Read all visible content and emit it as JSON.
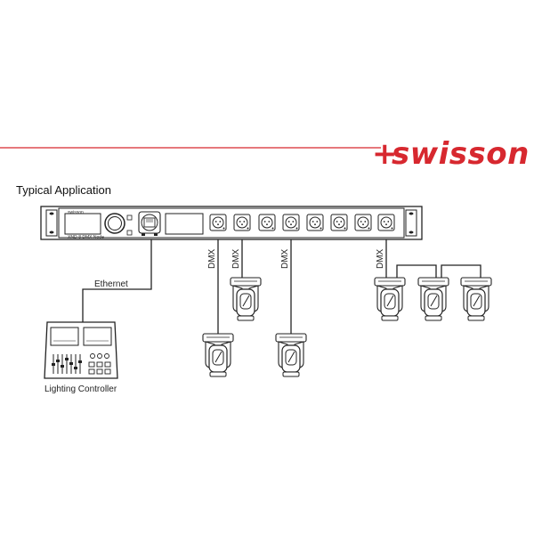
{
  "brand": {
    "name": "swisson",
    "prefix": "+",
    "color": "#d7282f"
  },
  "heading": "Typical Application",
  "labels": {
    "ethernet": "Ethernet",
    "controller": "Lighting Controller",
    "dmx": "DMX"
  },
  "device": {
    "logo_text": "swisson",
    "model_text": "XND-8 DMX Node"
  },
  "colors": {
    "line": "#222222",
    "accent": "#d7282f"
  }
}
